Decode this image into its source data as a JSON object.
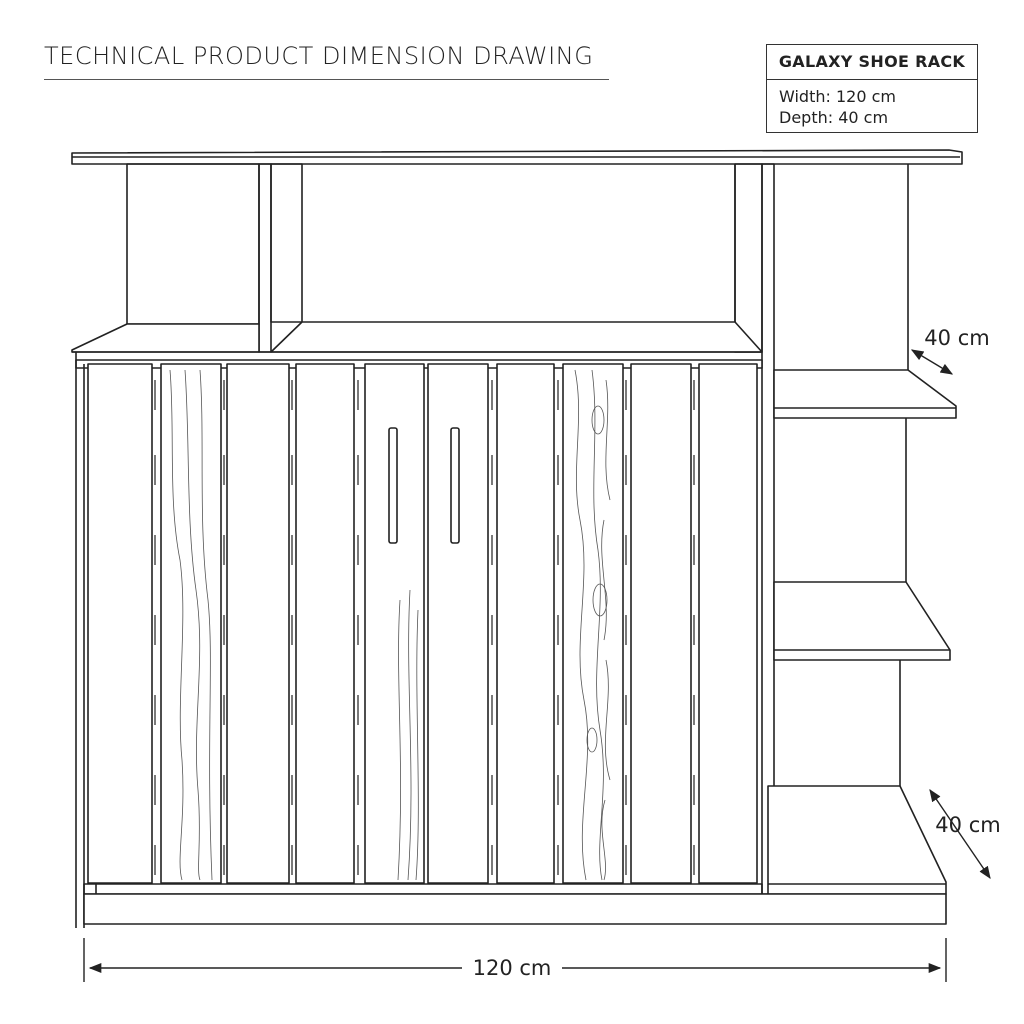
{
  "header": {
    "title": "TECHNICAL PRODUCT DIMENSION DRAWING"
  },
  "spec_box": {
    "product_name": "GALAXY SHOE RACK",
    "width_line": "Width: 120 cm",
    "depth_line": "Depth: 40 cm"
  },
  "dimensions": {
    "width_label": "120 cm",
    "upper_shelf_depth_label": "40 cm",
    "base_depth_label": "40 cm"
  },
  "colors": {
    "line": "#222222",
    "background": "#ffffff"
  }
}
